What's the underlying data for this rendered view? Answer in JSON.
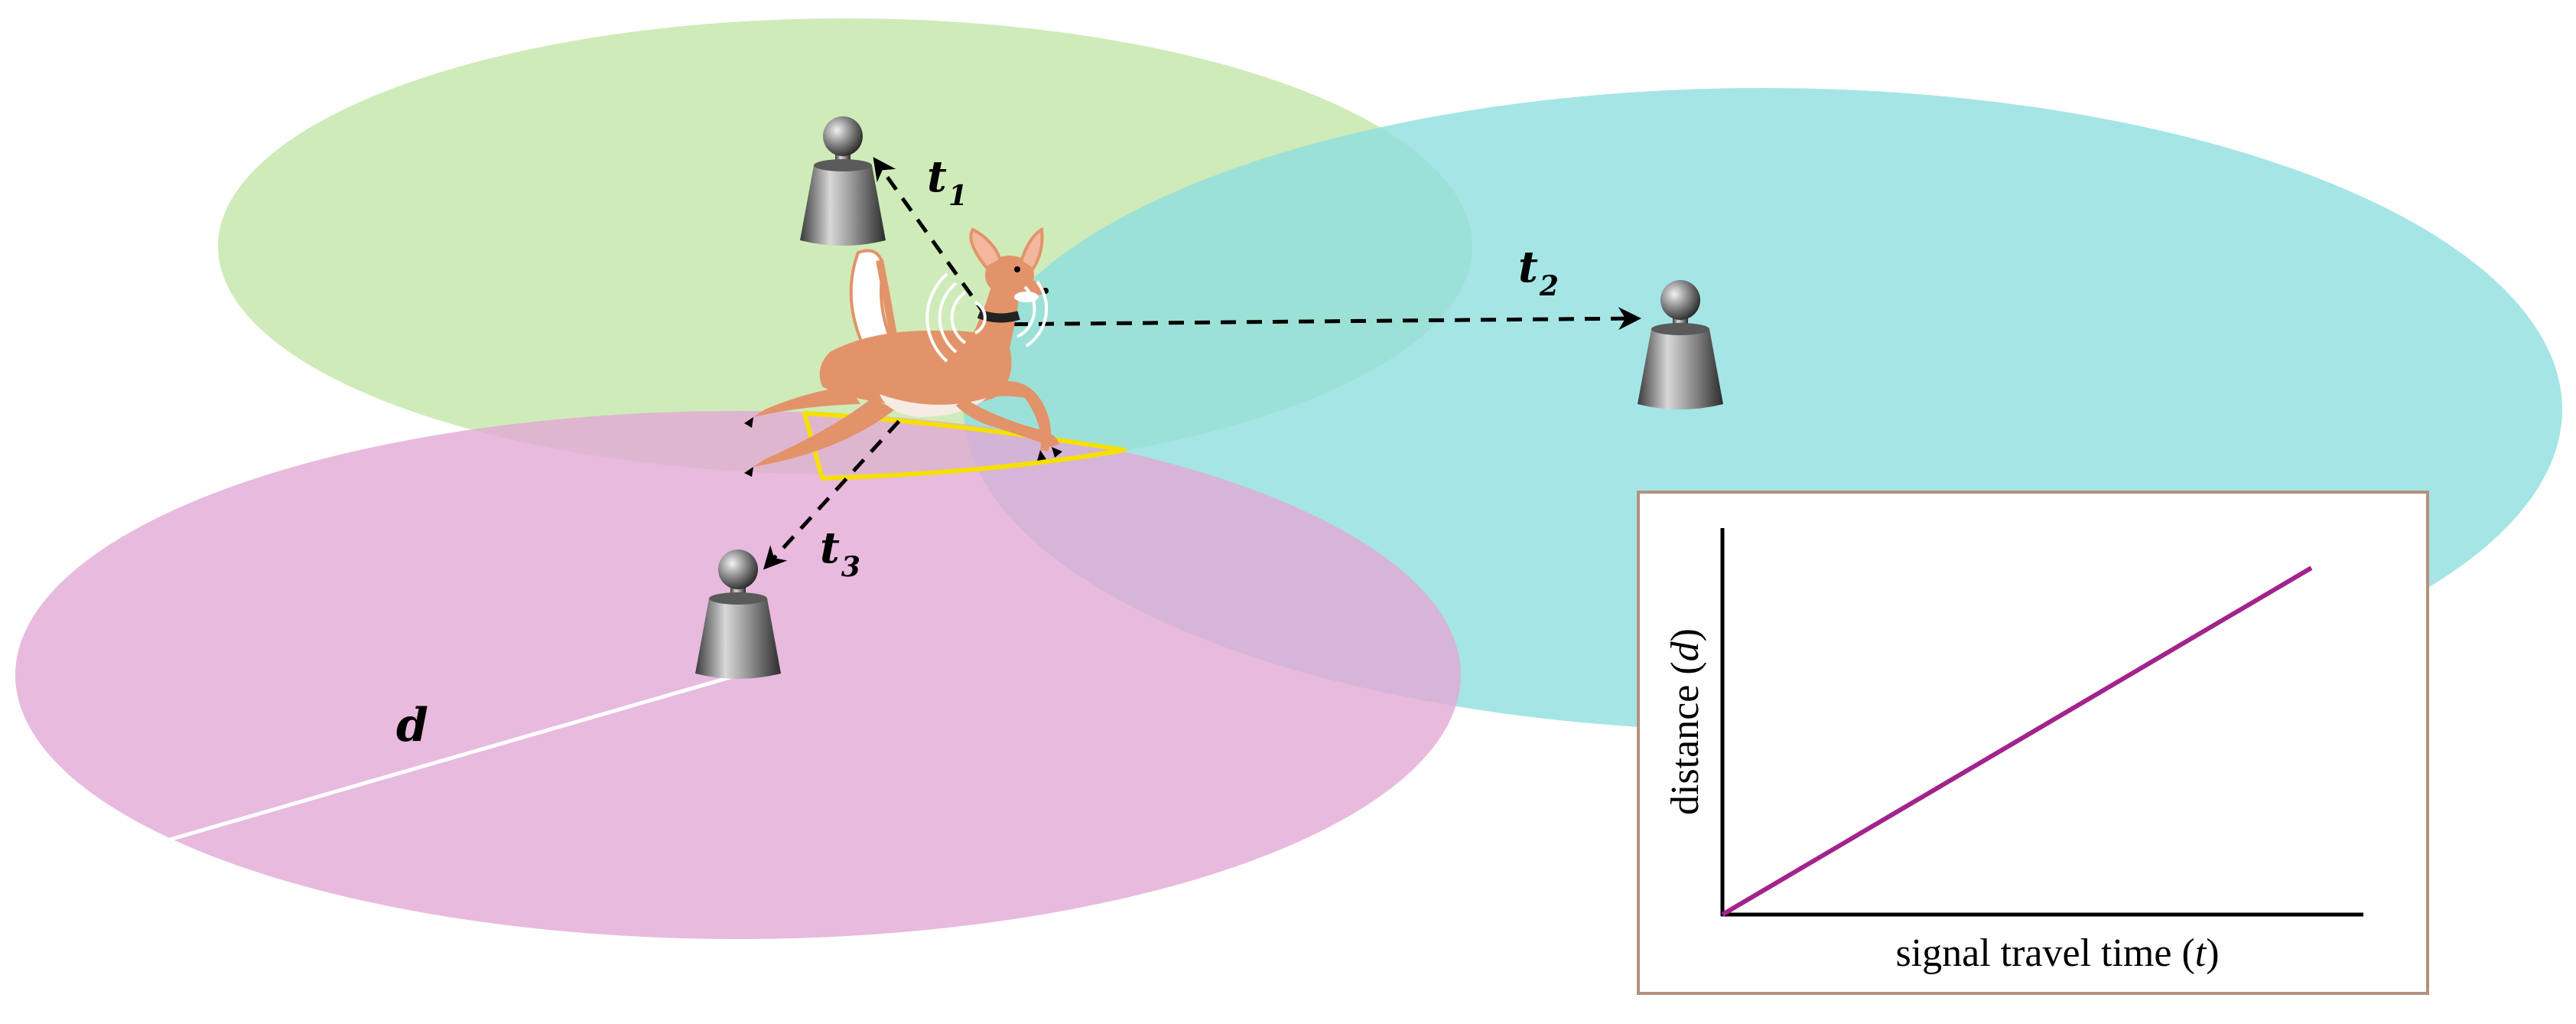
{
  "labels": {
    "t1": {
      "letter": "t",
      "sub": "1"
    },
    "t2": {
      "letter": "t",
      "sub": "2"
    },
    "t3": {
      "letter": "t",
      "sub": "3"
    },
    "d": "d"
  },
  "inset": {
    "ylabel_main": "distance (",
    "ylabel_var": "d",
    "ylabel_close": ")",
    "xlabel_main": "signal travel time (",
    "xlabel_var": "t",
    "xlabel_close": ")"
  },
  "colors": {
    "zone_green": "#c3e6a8",
    "zone_cyan": "#8fdedf",
    "zone_pink": "#e2a9d6",
    "deer_body": "#e3936a",
    "highlight_outline": "#f5e000",
    "line_purple": "#a3238d",
    "inset_border": "#b3917f"
  },
  "icons": {
    "receiver": "radio-receiver-tower-icon",
    "animal": "running-deer-with-collar-icon",
    "signal": "radio-waves-icon"
  }
}
